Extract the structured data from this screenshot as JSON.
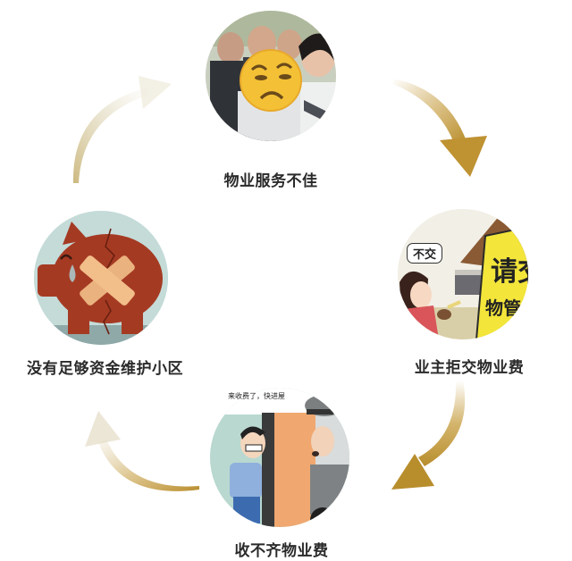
{
  "diagram": {
    "type": "cycle",
    "accent_color": "#c49a3a",
    "nodes": [
      {
        "id": "top",
        "label": "物业服务不佳",
        "illustration": "staff-group-photo-with-unamused-emoji-face"
      },
      {
        "id": "right",
        "label": "业主拒交物业费",
        "illustration": "cartoon-woman-refusing-to-pay",
        "speech_bubble": "不交",
        "sign_text_line1": "请交",
        "sign_text_line2": "物管"
      },
      {
        "id": "bottom",
        "label": "收不齐物业费",
        "illustration": "cartoon-resident-hiding-behind-door-from-collector",
        "speech_bubble": "来收费了，快进屋"
      },
      {
        "id": "left",
        "label": "没有足够资金维护小区",
        "illustration": "broken-piggy-bank-with-bandage"
      }
    ],
    "edges": [
      {
        "from": "top",
        "to": "right",
        "direction": "clockwise"
      },
      {
        "from": "right",
        "to": "bottom",
        "direction": "clockwise"
      },
      {
        "from": "bottom",
        "to": "left",
        "direction": "clockwise"
      },
      {
        "from": "left",
        "to": "top",
        "direction": "clockwise"
      }
    ]
  }
}
